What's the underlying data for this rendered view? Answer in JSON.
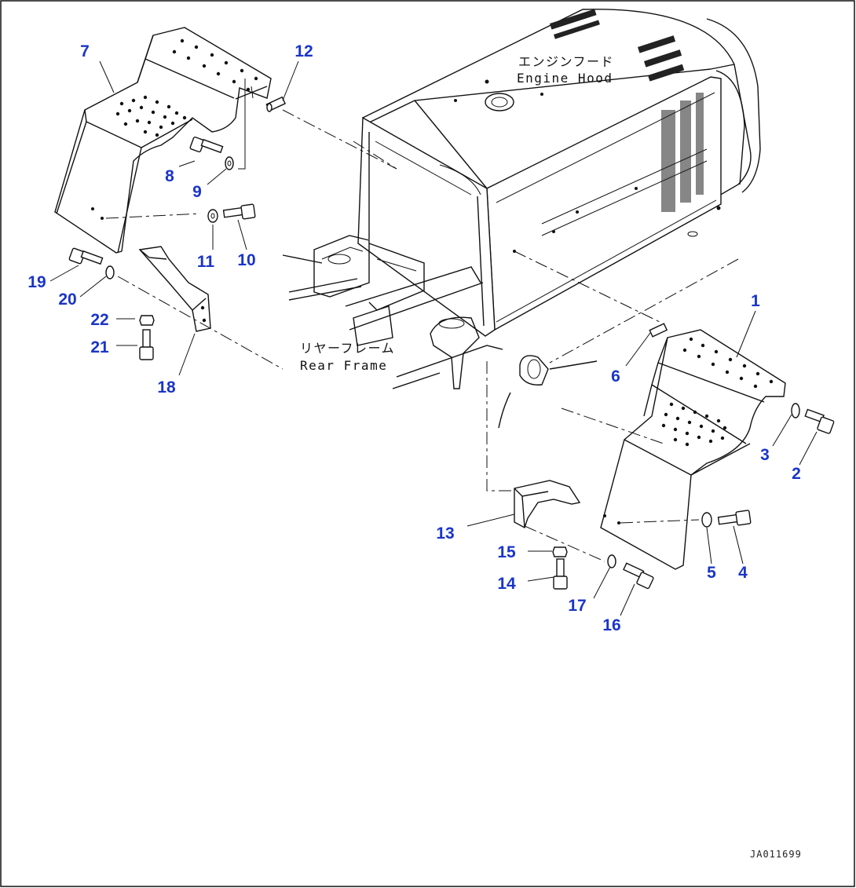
{
  "captions": {
    "engine_hood_jp": "エンジンフード",
    "engine_hood_en": "Engine Hood",
    "rear_frame_jp": "リヤーフレーム",
    "rear_frame_en": "Rear Frame"
  },
  "drawing_id": "JA011699",
  "colors": {
    "label": "#1a35c8",
    "line": "#111111",
    "background": "#ffffff"
  },
  "part_labels": [
    "1",
    "2",
    "3",
    "4",
    "5",
    "6",
    "7",
    "8",
    "9",
    "10",
    "11",
    "12",
    "13",
    "14",
    "15",
    "16",
    "17",
    "18",
    "19",
    "20",
    "21",
    "22"
  ]
}
